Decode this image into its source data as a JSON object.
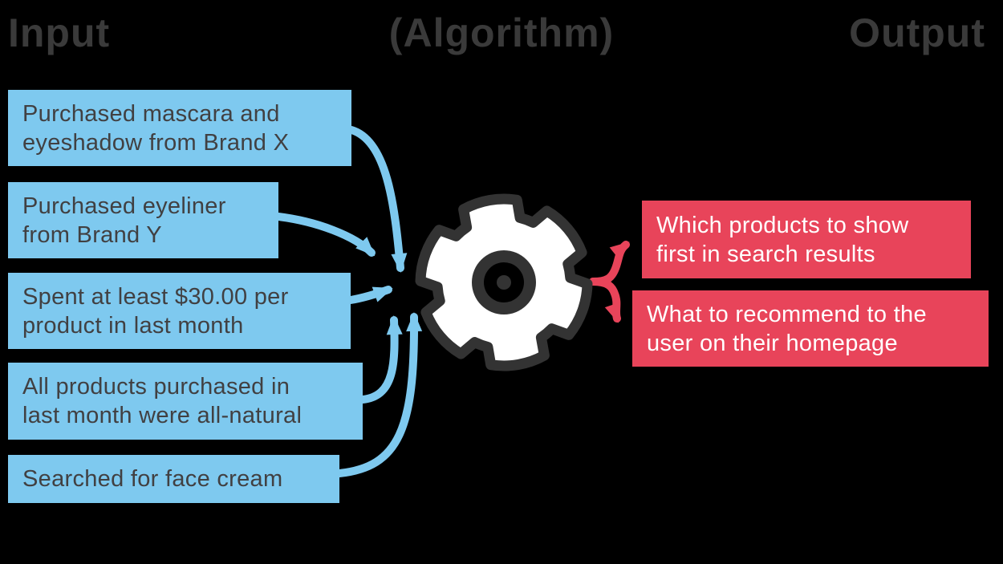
{
  "headers": {
    "input": "Input",
    "algorithm": "(Algorithm)",
    "output": "Output"
  },
  "input_boxes": [
    {
      "text": "Purchased mascara and\neyeshadow from Brand X"
    },
    {
      "text": "Purchased eyeliner\nfrom Brand Y"
    },
    {
      "text": "Spent at least $30.00 per\nproduct in last month"
    },
    {
      "text": "All products purchased in\nlast month were all-natural"
    },
    {
      "text": "Searched for face cream"
    }
  ],
  "output_boxes": [
    {
      "text": "Which products to show\nfirst in search results"
    },
    {
      "text": "What to recommend to the\nuser on their homepage"
    }
  ],
  "icons": {
    "gear": "gear-icon"
  },
  "colors": {
    "background": "#000000",
    "input_box": "#7EC9EF",
    "arrow_blue": "#7EC9EF",
    "output_box": "#E8445A",
    "arrow_red": "#E8445A",
    "gear_outline": "#333333",
    "gear_fill": "#FFFFFF",
    "header_text": "#3A3A3A",
    "input_text": "#414042",
    "output_text": "#FFFFFF"
  }
}
